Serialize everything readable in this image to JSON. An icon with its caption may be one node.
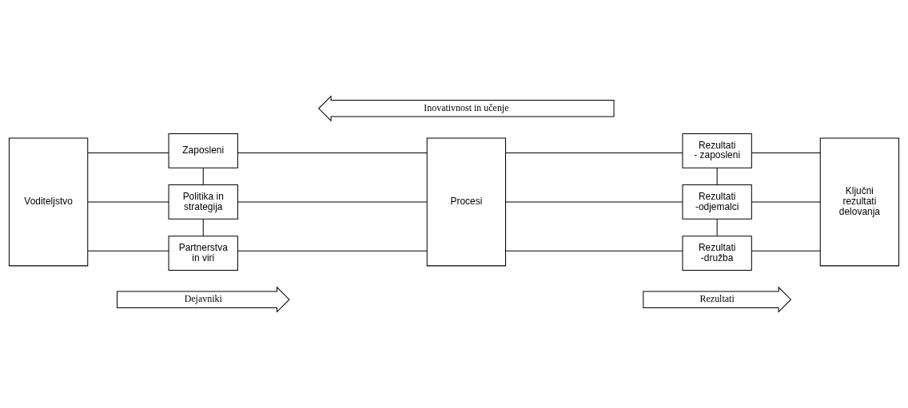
{
  "diagram": {
    "nodes": [
      {
        "text": [
          "Dejavniki"
        ]
      },
      {
        "text": [
          "Rezultati"
        ]
      },
      {
        "text": [
          "Voditeljstvo"
        ]
      },
      {
        "text": [
          "Zaposleni"
        ]
      },
      {
        "text": [
          "Politika in strategija"
        ]
      },
      {
        "text": [
          "Partnerstva in viri"
        ]
      },
      {
        "text": [
          "Procesi"
        ]
      },
      {
        "text": [
          "Rezultati - zaposleni"
        ]
      },
      {
        "text": [
          "Rezultati -odjemalci"
        ]
      },
      {
        "text": [
          "Rezultati -družba"
        ]
      },
      {
        "text": [
          "Ključni rezultati delovanja"
        ]
      },
      {
        "text": [
          "Inovativnost in učenje"
        ]
      }
    ],
    "edges": [
      {
        "from": 2,
        "to": 3,
        "arrow": "none"
      },
      {
        "from": 2,
        "to": 4,
        "arrow": "none"
      },
      {
        "from": 2,
        "to": 5,
        "arrow": "none"
      },
      {
        "from": 3,
        "to": 4,
        "arrow": "none"
      },
      {
        "from": 4,
        "to": 5,
        "arrow": "none"
      },
      {
        "from": 3,
        "to": 6,
        "arrow": "none"
      },
      {
        "from": 4,
        "to": 6,
        "arrow": "none"
      },
      {
        "from": 5,
        "to": 6,
        "arrow": "none"
      },
      {
        "from": 6,
        "to": 7,
        "arrow": "none"
      },
      {
        "from": 6,
        "to": 8,
        "arrow": "none"
      },
      {
        "from": 6,
        "to": 9,
        "arrow": "none"
      },
      {
        "from": 7,
        "to": 8,
        "arrow": "none"
      },
      {
        "from": 8,
        "to": 9,
        "arrow": "none"
      },
      {
        "from": 7,
        "to": 10,
        "arrow": "none"
      },
      {
        "from": 8,
        "to": 10,
        "arrow": "none"
      },
      {
        "from": 9,
        "to": 10,
        "arrow": "none"
      }
    ]
  }
}
